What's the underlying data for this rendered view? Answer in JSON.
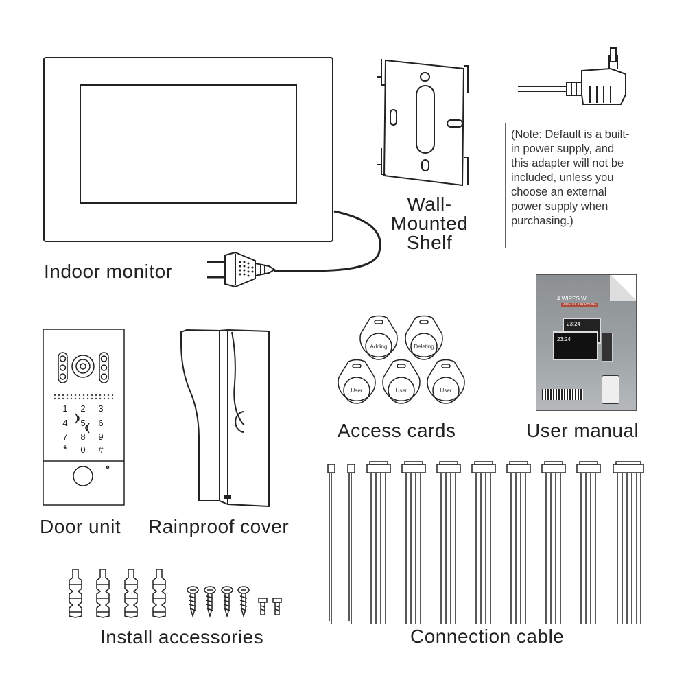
{
  "labels": {
    "indoor_monitor": "Indoor monitor",
    "wall_shelf_line1": "Wall-",
    "wall_shelf_line2": "Mounted",
    "wall_shelf_line3": "Shelf",
    "access_cards": "Access cards",
    "user_manual": "User manual",
    "door_unit": "Door unit",
    "rainproof_cover": "Rainproof cover",
    "install_accessories": "Install accessories",
    "connection_cable": "Connection cable"
  },
  "note": "(Note: Default is a built-in power supply, and this adapter will not be included, unless you choose an external power supply when purchasing.)",
  "cards": {
    "adding": "Adding",
    "deleting": "Deleting",
    "user": "User"
  },
  "keypad": [
    "1",
    "2",
    "3",
    "4",
    "5",
    "6",
    "7",
    "8",
    "9",
    "*",
    "0",
    "#"
  ],
  "manual": {
    "header": "4 WIRES W",
    "sub": "VIDEODOOR PHONE",
    "time": "23:24"
  },
  "colors": {
    "line": "#222222",
    "manual_bg": "#9a9ea1"
  }
}
